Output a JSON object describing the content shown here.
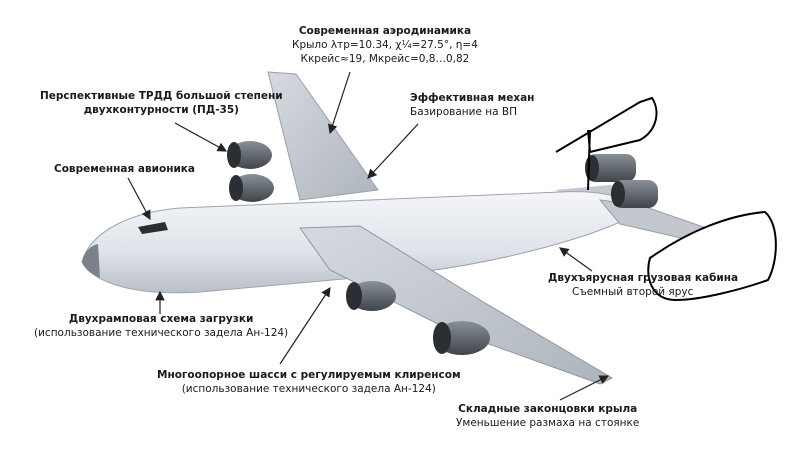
{
  "annotations": {
    "aero": {
      "title": "Современная аэродинамика",
      "line1": "Крыло λтр=10.34, χ¼=27.5°, η=4",
      "line2": "Ккрейс≈19, Мкрейс=0,8…0,82"
    },
    "engines": {
      "title_line1": "Перспективные ТРДД большой степени",
      "title_line2": "двухконтурности (ПД-35)"
    },
    "mechanization": {
      "title": "Эффективная механ",
      "line1": "Базирование на ВП"
    },
    "avionics": {
      "title": "Современная авионика"
    },
    "ramp": {
      "title": "Двухрамповая схема загрузки",
      "line1": "(использование технического задела Ан-124)"
    },
    "cargo": {
      "title": "Двухъярусная грузовая кабина",
      "line1": "Съемный второй ярус"
    },
    "chassis": {
      "title": "Многоопорное шасси с регулируемым клиренсом",
      "line1": "(использование технического задела Ан-124)"
    },
    "wingtips": {
      "title": "Складные законцовки крыла",
      "line1": "Уменьшение размаха на стоянке"
    }
  },
  "colors": {
    "fuselage": "#e4e7ec",
    "wing": "#c9ced6",
    "engine": "#5a5f66",
    "arrow": "#222222",
    "text": "#1a1a1a",
    "scribble": "#000000"
  }
}
